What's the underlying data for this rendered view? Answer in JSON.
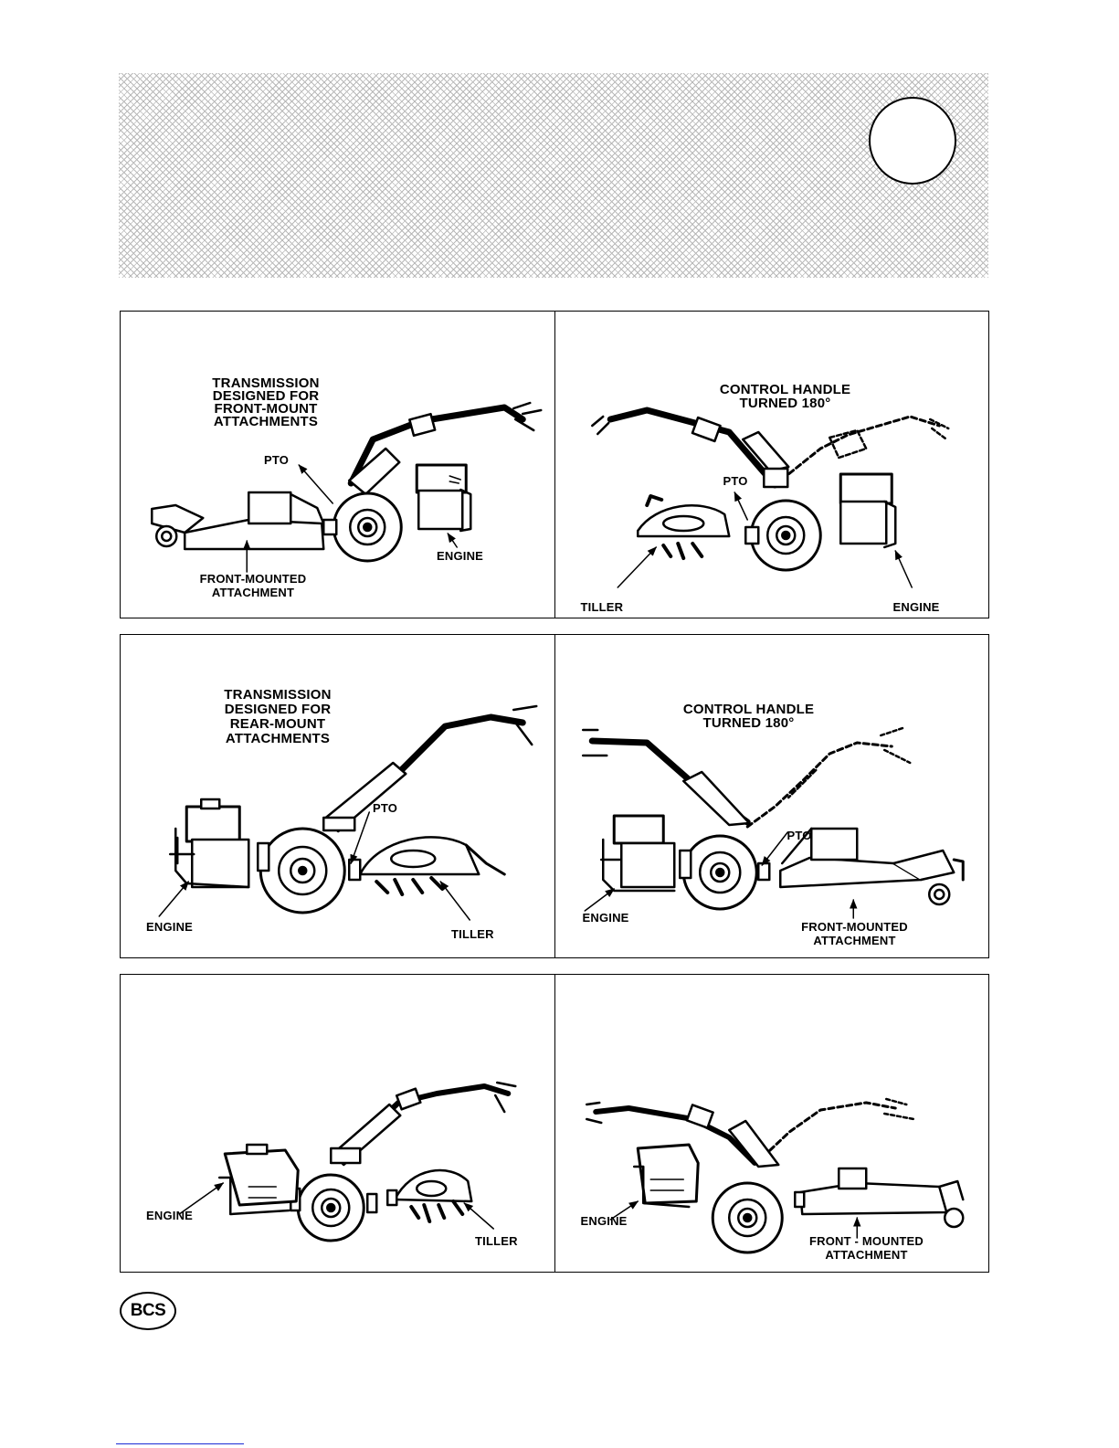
{
  "footer": {
    "logo_text": "BCS"
  },
  "panels": {
    "p1": {
      "heading": [
        "TRANSMISSION",
        "DESIGNED FOR",
        "FRONT-MOUNT",
        "ATTACHMENTS"
      ],
      "pto": "PTO",
      "engine": "ENGINE",
      "attachment": [
        "FRONT-MOUNTED",
        "ATTACHMENT"
      ]
    },
    "p2": {
      "heading": [
        "CONTROL HANDLE",
        "TURNED 180°"
      ],
      "pto": "PTO",
      "tiller": "TILLER",
      "engine": "ENGINE"
    },
    "p3": {
      "heading": [
        "TRANSMISSION",
        "DESIGNED FOR",
        "REAR-MOUNT",
        "ATTACHMENTS"
      ],
      "pto": "PTO",
      "engine": "ENGINE",
      "tiller": "TILLER"
    },
    "p4": {
      "heading": [
        "CONTROL HANDLE",
        "TURNED 180°"
      ],
      "pto": "PTO",
      "engine": "ENGINE",
      "attachment": [
        "FRONT-MOUNTED",
        "ATTACHMENT"
      ]
    },
    "p5": {
      "engine": "ENGINE",
      "tiller": "TILLER"
    },
    "p6": {
      "engine": "ENGINE",
      "attachment": [
        "FRONT - MOUNTED",
        "ATTACHMENT"
      ]
    }
  }
}
